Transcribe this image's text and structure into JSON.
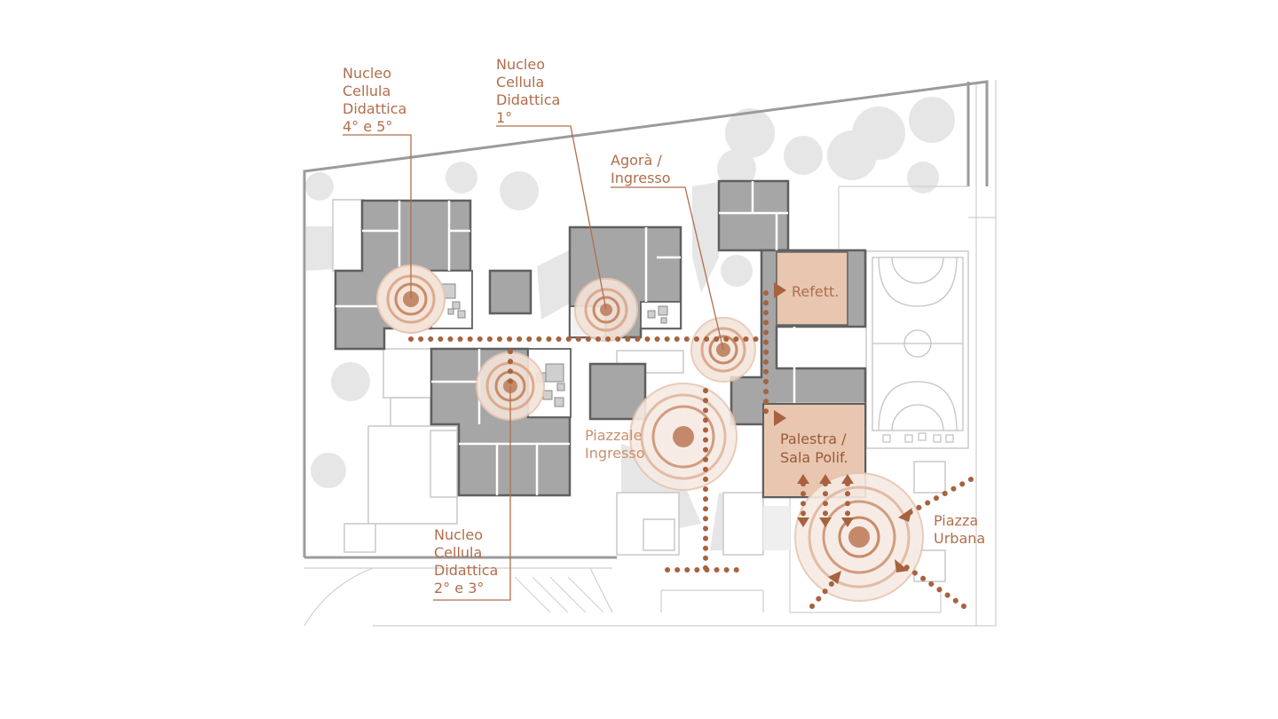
{
  "colors": {
    "accent": "#b06e4c",
    "accent_light": "#e2c2ae",
    "building_fill": "#a6a6a6",
    "building_stroke": "#5f5f5f",
    "highlight_room": "#e8c6b0",
    "site_outline": "#9b9b9b",
    "trees": "#e4e4e4"
  },
  "labels": {
    "nucleo_45": [
      "Nucleo",
      "Cellula",
      "Didattica",
      "4° e 5°"
    ],
    "nucleo_1": [
      "Nucleo",
      "Cellula",
      "Didattica",
      "1°"
    ],
    "agora": [
      "Agorà /",
      "Ingresso"
    ],
    "refett": "Refett.",
    "palestra": [
      "Palestra /",
      "Sala Polif."
    ],
    "piazzale": [
      "Piazzale",
      "Ingresso"
    ],
    "piazza_urbana": [
      "Piazza",
      "Urbana"
    ],
    "nucleo_23": [
      "Nucleo",
      "Cellula",
      "Didattica",
      "2° e 3°"
    ]
  }
}
